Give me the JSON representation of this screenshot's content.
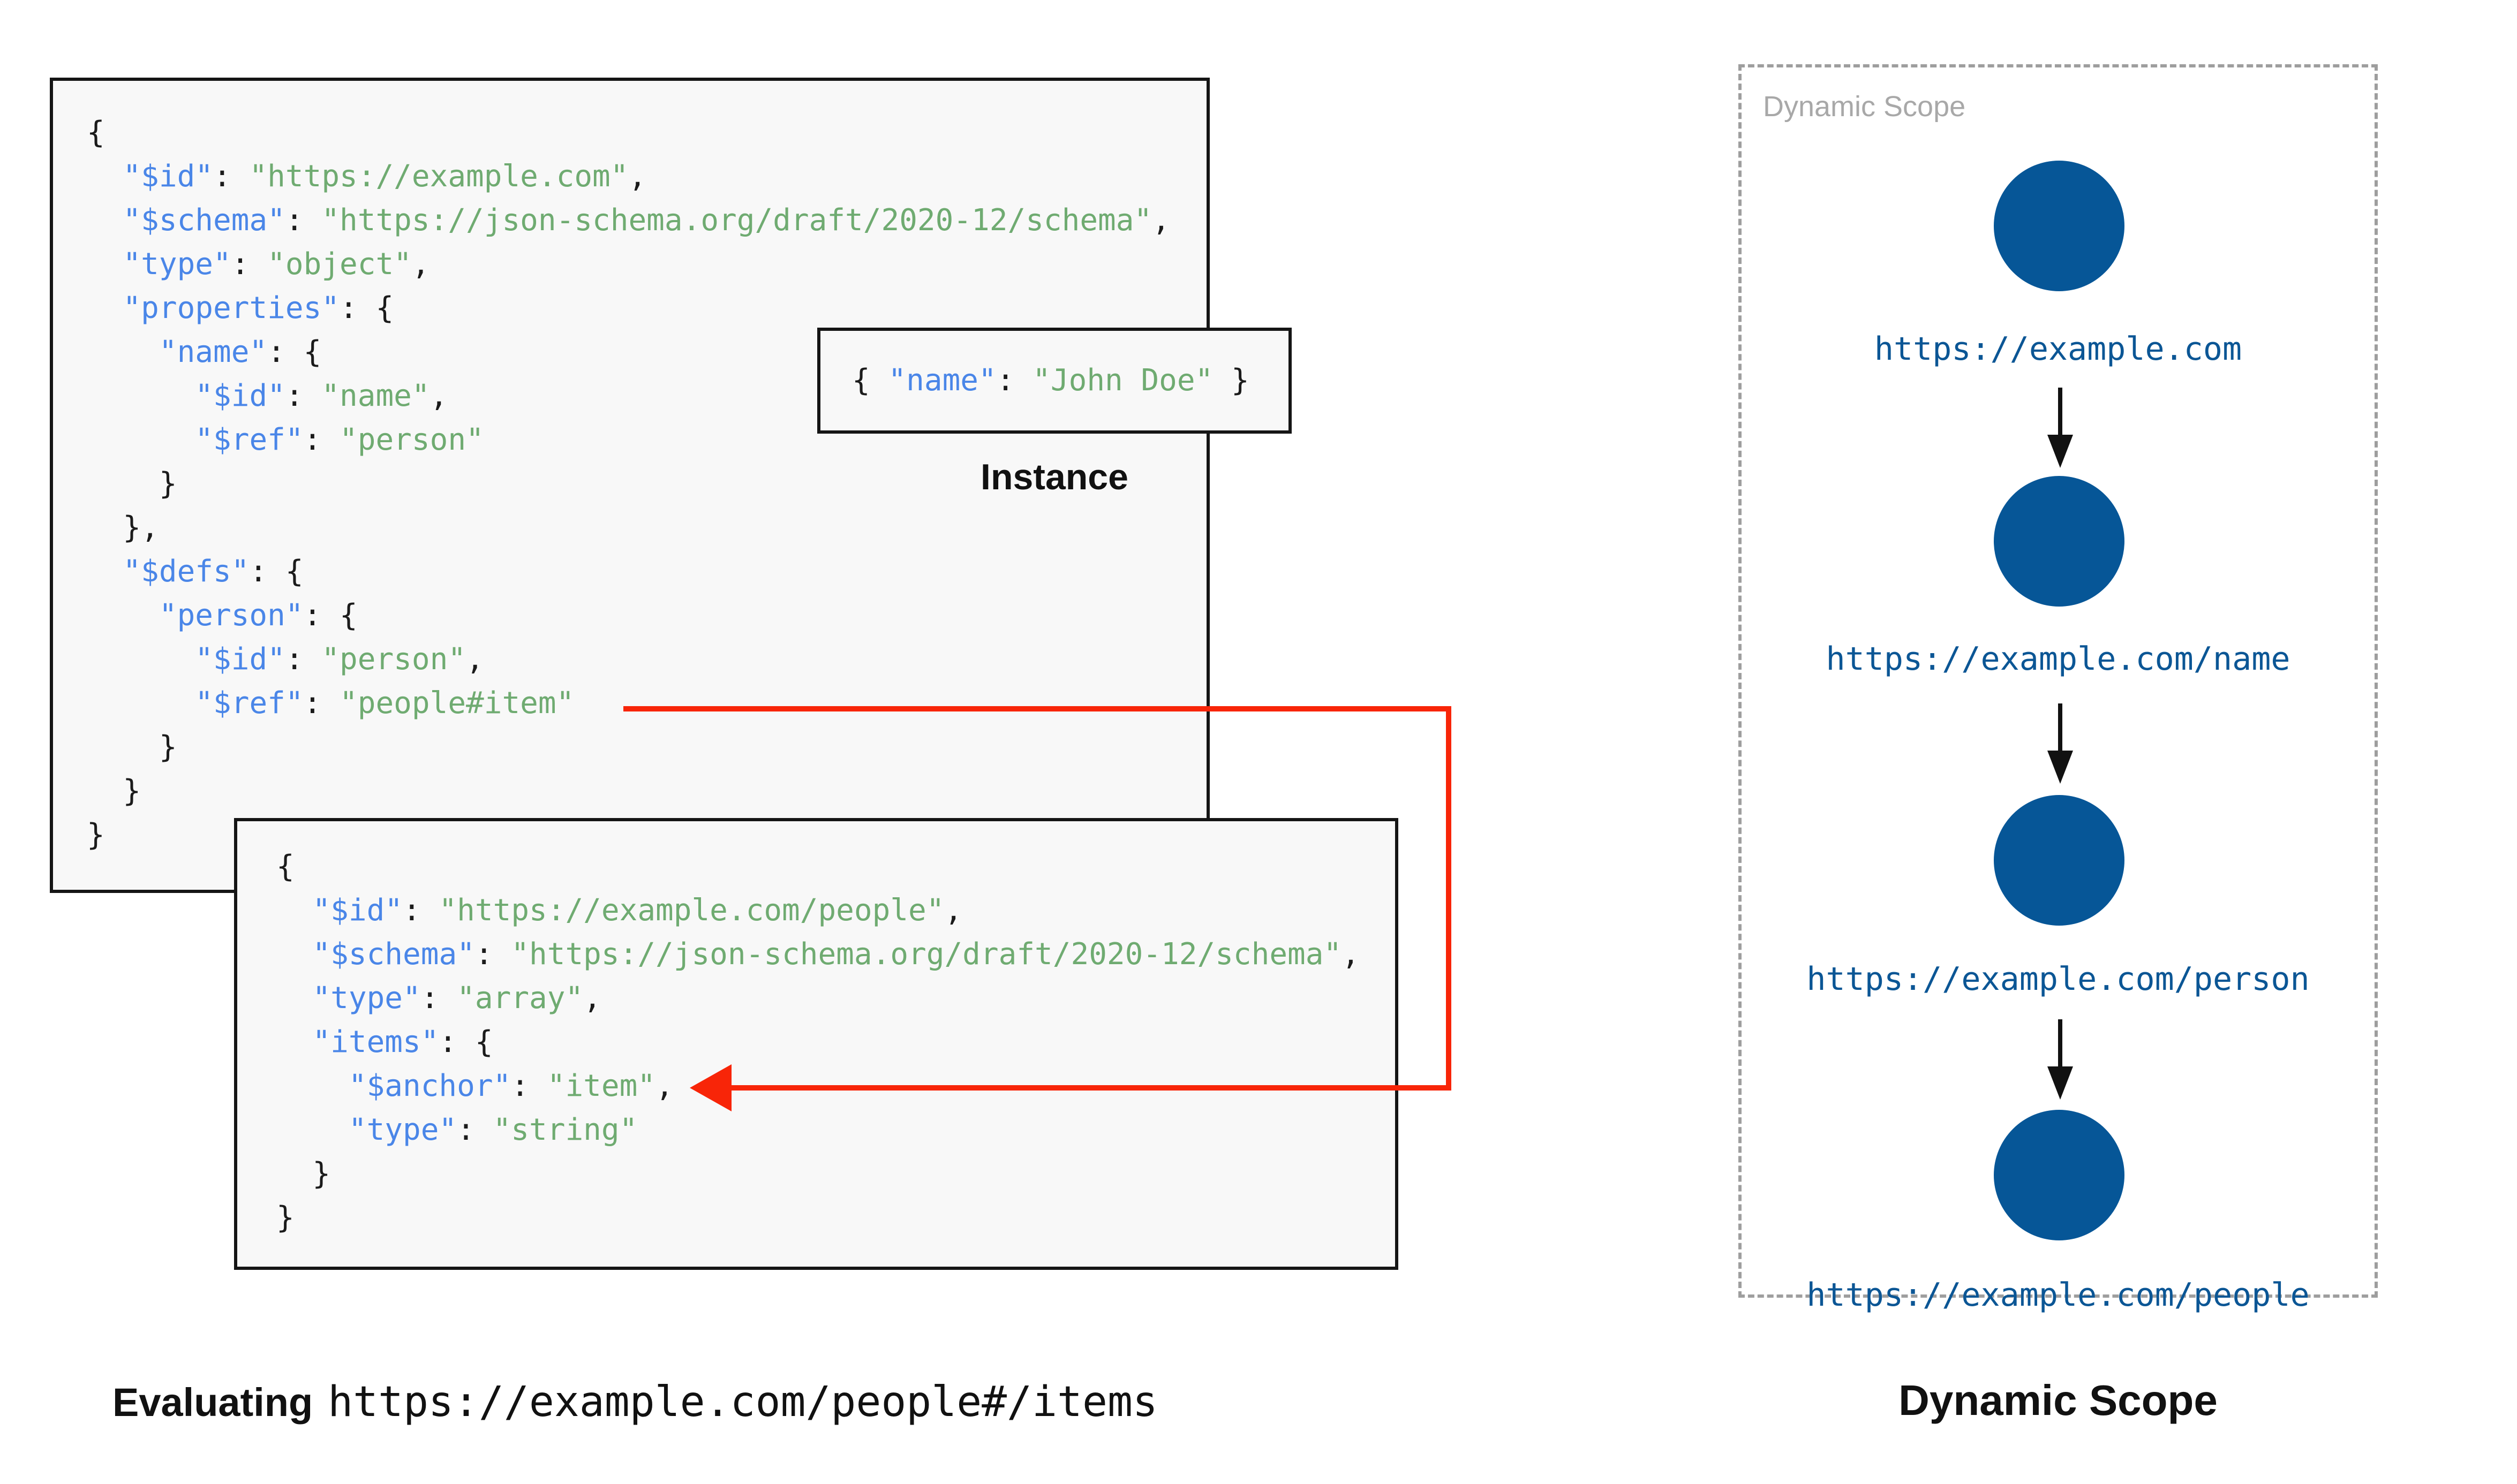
{
  "colors": {
    "key_blue": "#4a86e8",
    "string_green": "#6fab71",
    "punct_black": "#1b1b1b",
    "arrow_red": "#f82508",
    "node_blue": "#065697",
    "url_blue": "#0b5695",
    "dashed_border_gray": "#9e9e9e"
  },
  "schema_outer": {
    "lines": [
      [
        [
          "p",
          "{"
        ]
      ],
      [
        [
          "p",
          "  "
        ],
        [
          "k",
          "\"$id\""
        ],
        [
          "p",
          ": "
        ],
        [
          "s",
          "\"https://example.com\""
        ],
        [
          "p",
          ","
        ]
      ],
      [
        [
          "p",
          "  "
        ],
        [
          "k",
          "\"$schema\""
        ],
        [
          "p",
          ": "
        ],
        [
          "s",
          "\"https://json-schema.org/draft/2020-12/schema\""
        ],
        [
          "p",
          ","
        ]
      ],
      [
        [
          "p",
          "  "
        ],
        [
          "k",
          "\"type\""
        ],
        [
          "p",
          ": "
        ],
        [
          "s",
          "\"object\""
        ],
        [
          "p",
          ","
        ]
      ],
      [
        [
          "p",
          "  "
        ],
        [
          "k",
          "\"properties\""
        ],
        [
          "p",
          ": {"
        ]
      ],
      [
        [
          "p",
          "    "
        ],
        [
          "k",
          "\"name\""
        ],
        [
          "p",
          ": {"
        ]
      ],
      [
        [
          "p",
          "      "
        ],
        [
          "k",
          "\"$id\""
        ],
        [
          "p",
          ": "
        ],
        [
          "s",
          "\"name\""
        ],
        [
          "p",
          ","
        ]
      ],
      [
        [
          "p",
          "      "
        ],
        [
          "k",
          "\"$ref\""
        ],
        [
          "p",
          ": "
        ],
        [
          "s",
          "\"person\""
        ]
      ],
      [
        [
          "p",
          "    }"
        ]
      ],
      [
        [
          "p",
          "  },"
        ]
      ],
      [
        [
          "p",
          "  "
        ],
        [
          "k",
          "\"$defs\""
        ],
        [
          "p",
          ": {"
        ]
      ],
      [
        [
          "p",
          "    "
        ],
        [
          "k",
          "\"person\""
        ],
        [
          "p",
          ": {"
        ]
      ],
      [
        [
          "p",
          "      "
        ],
        [
          "k",
          "\"$id\""
        ],
        [
          "p",
          ": "
        ],
        [
          "s",
          "\"person\""
        ],
        [
          "p",
          ","
        ]
      ],
      [
        [
          "p",
          "      "
        ],
        [
          "k",
          "\"$ref\""
        ],
        [
          "p",
          ": "
        ],
        [
          "s",
          "\"people#item\""
        ]
      ],
      [
        [
          "p",
          "    }"
        ]
      ],
      [
        [
          "p",
          "  }"
        ]
      ],
      [
        [
          "p",
          "}"
        ]
      ]
    ]
  },
  "schema_people": {
    "lines": [
      [
        [
          "p",
          "{"
        ]
      ],
      [
        [
          "p",
          "  "
        ],
        [
          "k",
          "\"$id\""
        ],
        [
          "p",
          ": "
        ],
        [
          "s",
          "\"https://example.com/people\""
        ],
        [
          "p",
          ","
        ]
      ],
      [
        [
          "p",
          "  "
        ],
        [
          "k",
          "\"$schema\""
        ],
        [
          "p",
          ": "
        ],
        [
          "s",
          "\"https://json-schema.org/draft/2020-12/schema\""
        ],
        [
          "p",
          ","
        ]
      ],
      [
        [
          "p",
          "  "
        ],
        [
          "k",
          "\"type\""
        ],
        [
          "p",
          ": "
        ],
        [
          "s",
          "\"array\""
        ],
        [
          "p",
          ","
        ]
      ],
      [
        [
          "p",
          "  "
        ],
        [
          "k",
          "\"items\""
        ],
        [
          "p",
          ": {"
        ]
      ],
      [
        [
          "p",
          "    "
        ],
        [
          "k",
          "\"$anchor\""
        ],
        [
          "p",
          ": "
        ],
        [
          "s",
          "\"item\""
        ],
        [
          "p",
          ","
        ]
      ],
      [
        [
          "p",
          "    "
        ],
        [
          "k",
          "\"type\""
        ],
        [
          "p",
          ": "
        ],
        [
          "s",
          "\"string\""
        ]
      ],
      [
        [
          "p",
          "  }"
        ]
      ],
      [
        [
          "p",
          "}"
        ]
      ]
    ]
  },
  "instance": {
    "lines": [
      [
        [
          "p",
          "{ "
        ],
        [
          "k",
          "\"name\""
        ],
        [
          "p",
          ": "
        ],
        [
          "s",
          "\"John Doe\""
        ],
        [
          "p",
          " }"
        ]
      ]
    ],
    "label": "Instance"
  },
  "dynamic_scope_panel": {
    "watermark": "Dynamic Scope",
    "nodes": [
      "https://example.com",
      "https://example.com/name",
      "https://example.com/person",
      "https://example.com/people"
    ],
    "caption": "Dynamic Scope"
  },
  "caption": {
    "bold": "Evaluating",
    "code": "https://example.com/people#/items"
  }
}
